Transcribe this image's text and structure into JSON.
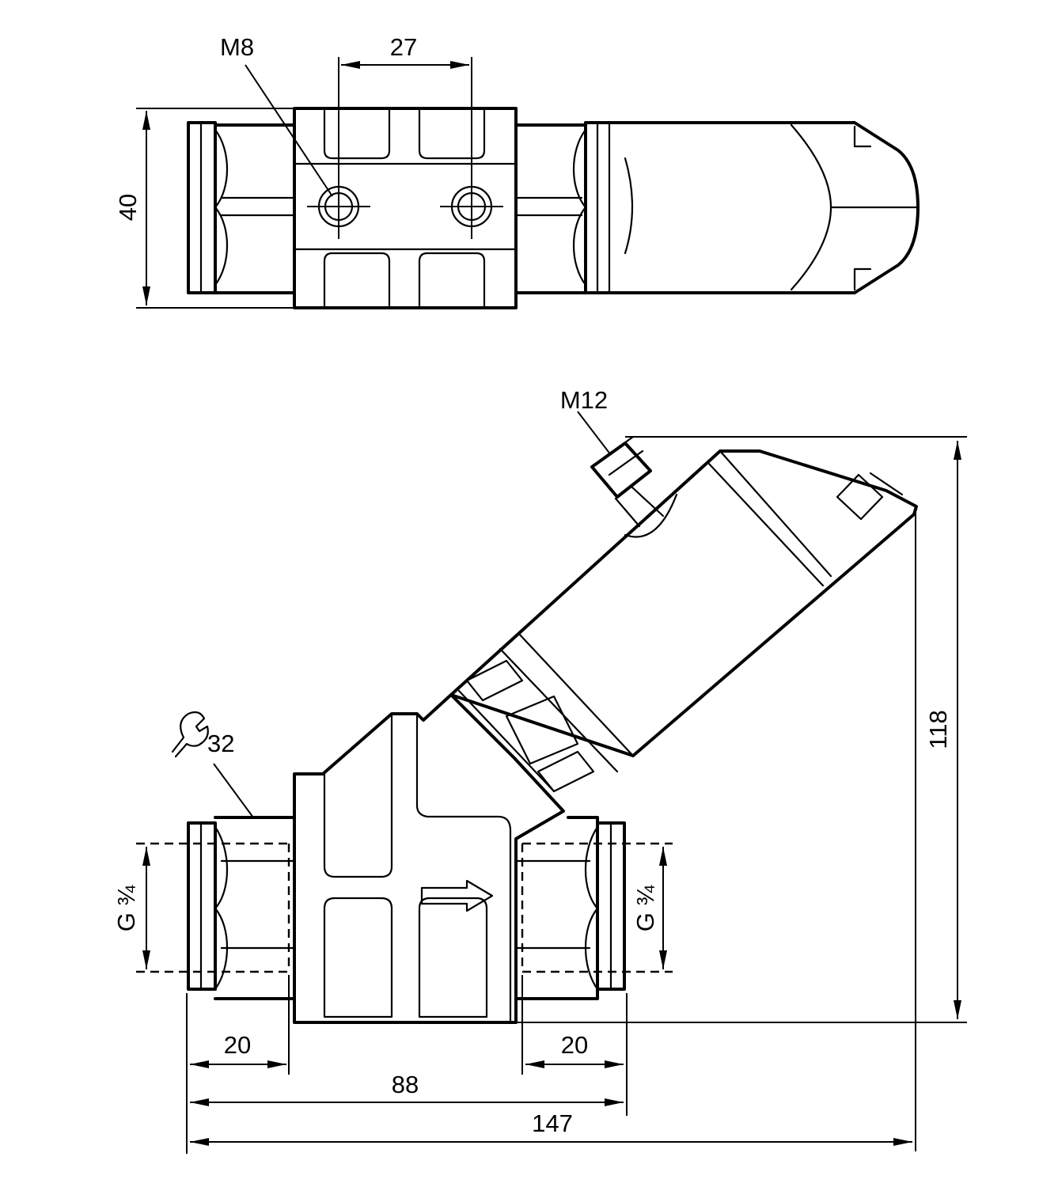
{
  "labels": {
    "thread_top": "M8",
    "hole_spacing": "27",
    "height_top": "40",
    "connector": "M12",
    "total_height": "118",
    "wrench_size": "32",
    "thread_left": "G ¾",
    "thread_right": "G ¾",
    "length_left": "20",
    "length_right": "20",
    "body_length": "88",
    "total_length": "147"
  },
  "icons": [
    "wrench-icon",
    "flow-arrow-icon"
  ]
}
